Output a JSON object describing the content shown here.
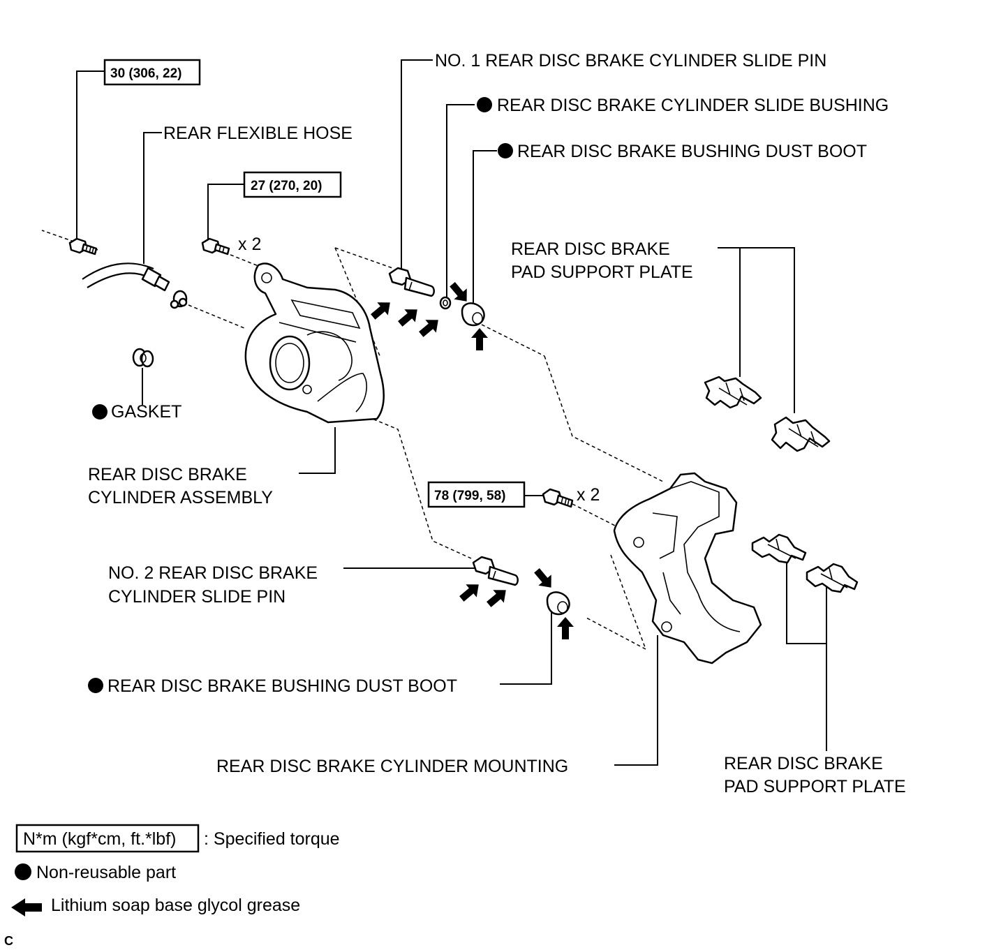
{
  "labels": {
    "slide_pin_1": "NO. 1 REAR DISC BRAKE CYLINDER SLIDE PIN",
    "slide_bushing": "REAR DISC BRAKE CYLINDER SLIDE BUSHING",
    "dust_boot_top": "REAR DISC BRAKE BUSHING DUST BOOT",
    "rear_flexible_hose": "REAR FLEXIBLE HOSE",
    "pad_support_top_line1": "REAR DISC BRAKE",
    "pad_support_top_line2": "PAD SUPPORT PLATE",
    "gasket": "GASKET",
    "cylinder_assembly_line1": "REAR DISC BRAKE",
    "cylinder_assembly_line2": "CYLINDER ASSEMBLY",
    "slide_pin_2_line1": "NO. 2 REAR DISC BRAKE",
    "slide_pin_2_line2": "CYLINDER SLIDE PIN",
    "dust_boot_bottom": "REAR DISC BRAKE BUSHING DUST BOOT",
    "cylinder_mounting": "REAR DISC BRAKE CYLINDER MOUNTING",
    "pad_support_bottom_line1": "REAR DISC BRAKE",
    "pad_support_bottom_line2": "PAD SUPPORT PLATE"
  },
  "torques": {
    "hose_bolt": "30 (306, 22)",
    "cylinder_bolt": "27 (270, 20)",
    "mounting_bolt": "78 (799, 58)"
  },
  "quantities": {
    "cylinder_bolt_qty": "x 2",
    "mounting_bolt_qty": "x 2"
  },
  "legend": {
    "torque_unit": "N*m (kgf*cm, ft.*lbf)",
    "torque_desc": ": Specified torque",
    "nonreusable": "Non-reusable part",
    "grease": "Lithium soap base glycol grease"
  },
  "corner_mark": "C"
}
